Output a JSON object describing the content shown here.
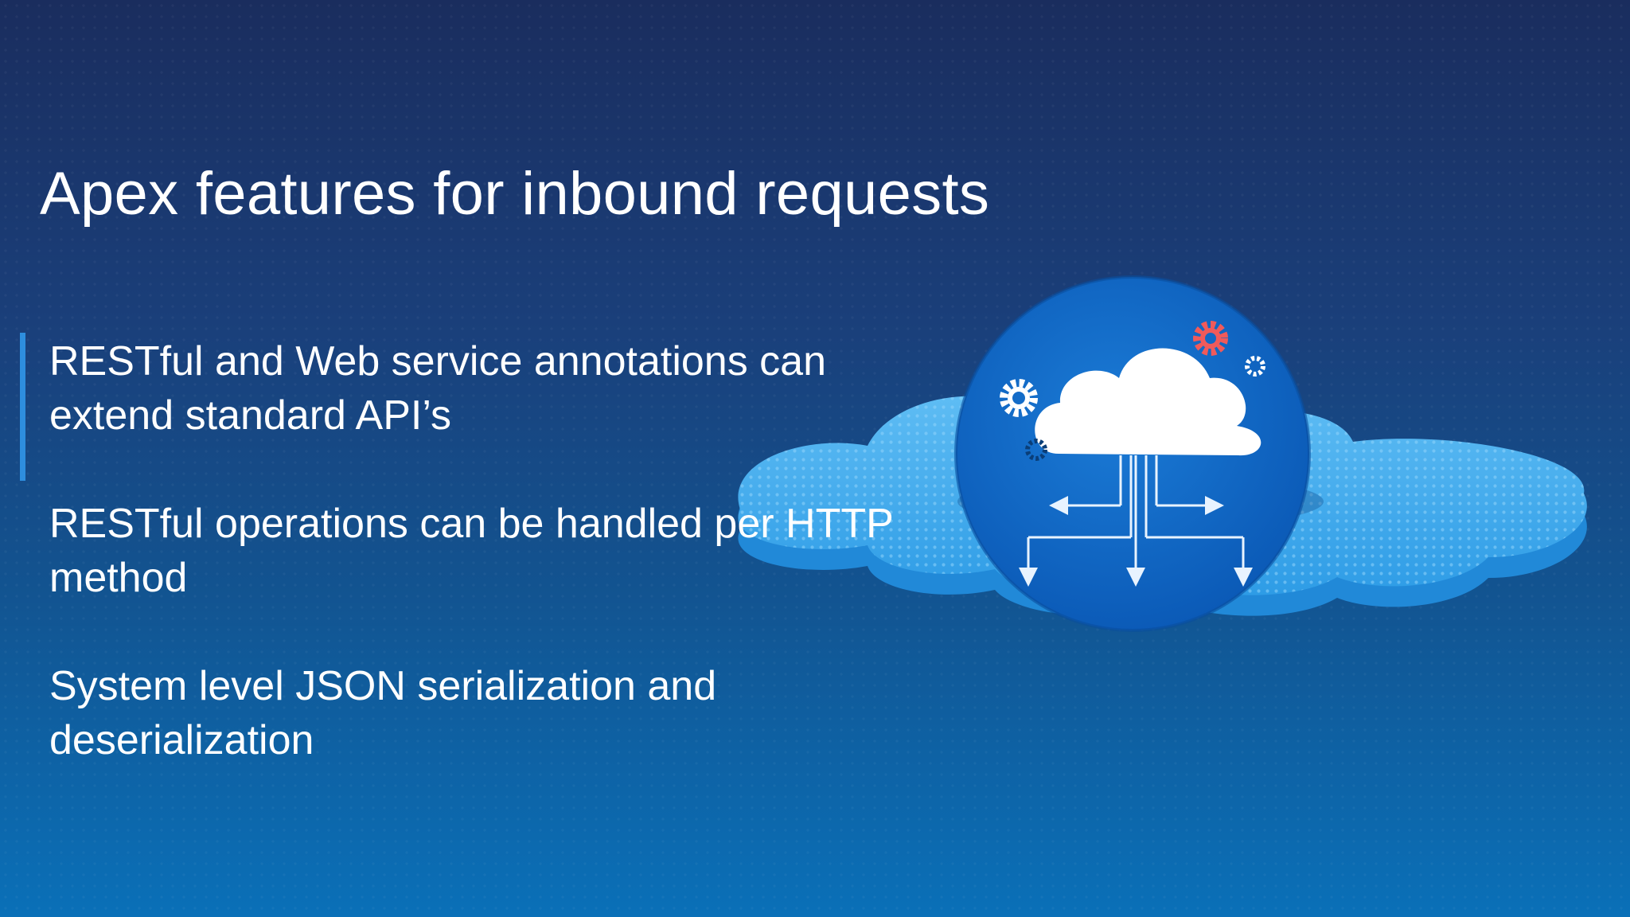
{
  "slide": {
    "title": "Apex features for inbound requests",
    "bullets": [
      "RESTful and Web service annotations can extend standard API’s",
      "RESTful operations can be handled per HTTP method",
      "System level JSON serialization and deserialization"
    ]
  },
  "colors": {
    "accent_bar": "#2e8ede",
    "disc": "#0d64c2",
    "cloud_platform": "#3aa8ec",
    "gear_red": "#f05a5a",
    "text": "#ffffff"
  },
  "illustration": {
    "icons": [
      "cloud-platform-icon",
      "cloud-icon",
      "gear-icon",
      "arrow-icon"
    ]
  }
}
